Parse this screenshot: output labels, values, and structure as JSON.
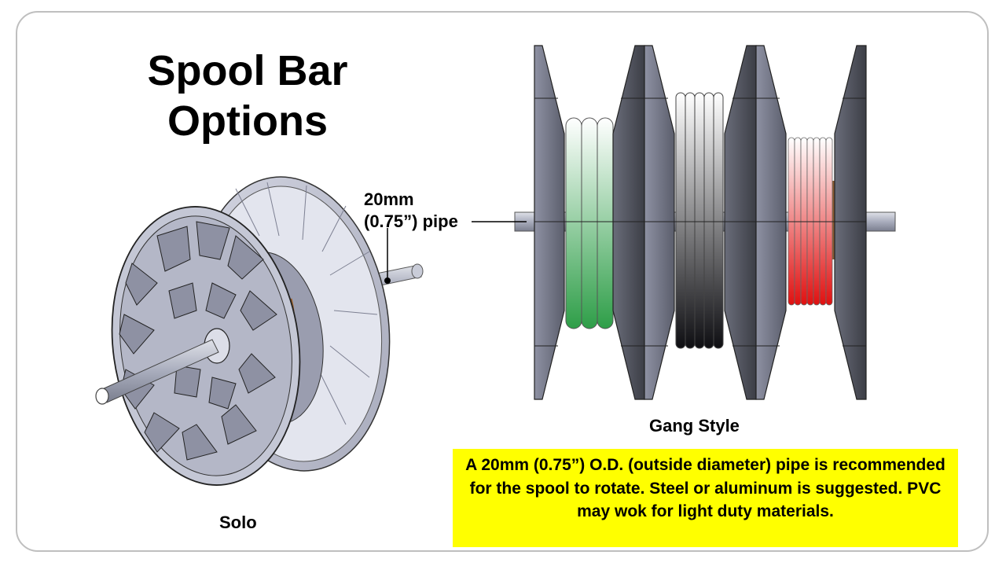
{
  "slide": {
    "title_line1": "Spool Bar",
    "title_line2": "Options",
    "pipe_label_line1": "20mm",
    "pipe_label_line2": "(0.75”) pipe",
    "solo_caption": "Solo",
    "gang_caption": "Gang Style",
    "note": "A 20mm (0.75”) O.D. (outside diameter) pipe is recommended for the spool to rotate.  Steel or aluminum is suggested.  PVC may wok for light duty materials."
  },
  "colors": {
    "note_background": "#ffff00",
    "frame_border": "#bfbfbf",
    "spool_face": "#b9bccb",
    "flange_dark": "#4a4c55",
    "filament_green": "#3aa655",
    "filament_black": "#1a1a1f",
    "filament_red": "#e01818"
  }
}
